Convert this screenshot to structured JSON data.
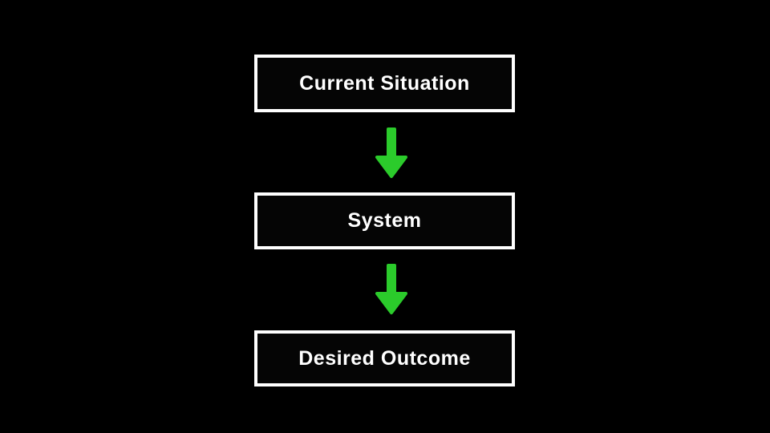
{
  "colors": {
    "background": "#000000",
    "box_fill": "#050505",
    "box_border": "#ffffff",
    "text": "#ffffff",
    "arrow": "#2bcb2b"
  },
  "diagram": {
    "type": "flowchart",
    "direction": "top-down",
    "nodes": [
      {
        "id": "current-situation",
        "label": "Current Situation"
      },
      {
        "id": "system",
        "label": "System"
      },
      {
        "id": "desired-outcome",
        "label": "Desired Outcome"
      }
    ],
    "edges": [
      {
        "from": "current-situation",
        "to": "system",
        "icon": "down-arrow-icon"
      },
      {
        "from": "system",
        "to": "desired-outcome",
        "icon": "down-arrow-icon"
      }
    ]
  }
}
